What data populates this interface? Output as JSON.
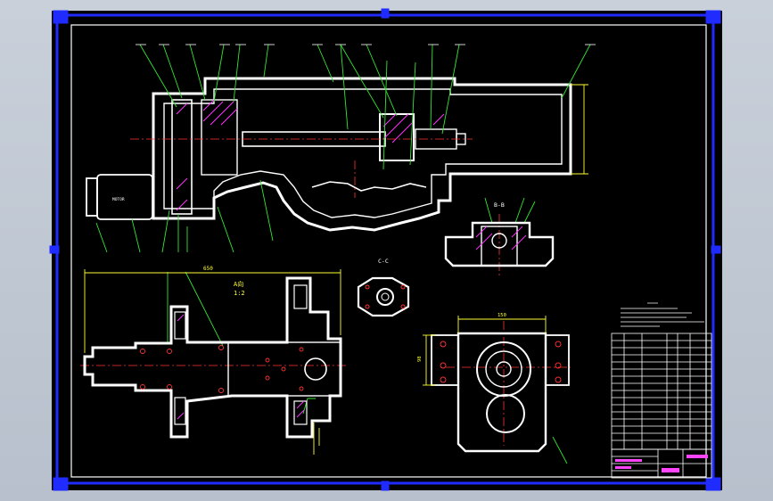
{
  "drawing": {
    "view_b_label": "B-B",
    "view_c_label": "C-C",
    "view_a_label": "A向",
    "view_a_scale": "1:2",
    "motor_label": "MOTOR",
    "dim_top_width": "650",
    "dim_right_width": "150",
    "dim_section_height": "98"
  },
  "colors": {
    "background": "#000000",
    "frame_blue": "#1f2bff",
    "line_white": "#ffffff",
    "leader_green": "#33e533",
    "dim_yellow": "#ffff33",
    "center_red": "#ff3333",
    "hatch_magenta": "#ff33ff",
    "title_magenta": "#ff44ff"
  }
}
